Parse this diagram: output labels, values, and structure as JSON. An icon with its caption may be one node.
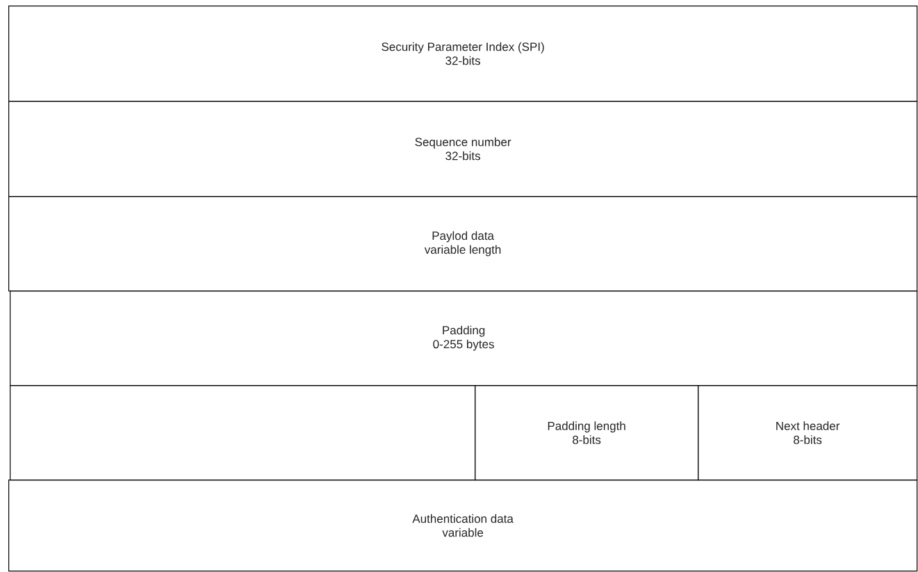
{
  "diagram": {
    "nodes": [
      {
        "text": [
          "Security Parameter Index (SPI)",
          "32-bits"
        ]
      },
      {
        "text": [
          "Sequence number",
          "32-bits"
        ]
      },
      {
        "text": [
          "Paylod data",
          "variable length"
        ]
      },
      {
        "text": [
          "Padding",
          "0-255 bytes"
        ]
      },
      {
        "text": [],
        "shape": "box"
      },
      {
        "text": [
          "Padding length",
          "8-bits"
        ]
      },
      {
        "text": [
          "Next header",
          "8-bits"
        ]
      },
      {
        "text": [
          "Authentication data",
          "variable"
        ]
      }
    ]
  }
}
